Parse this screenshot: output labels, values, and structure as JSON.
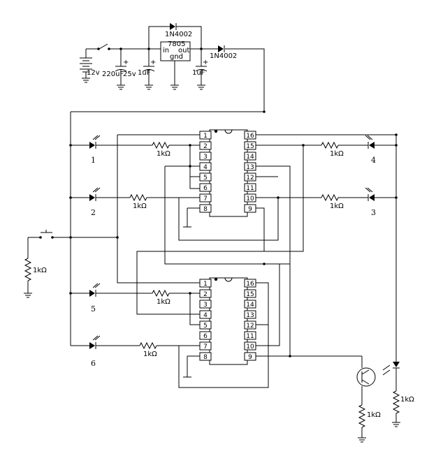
{
  "components": {
    "diode_top": "1N4002",
    "diode_out": "1N4002",
    "regulator": {
      "part": "7805",
      "in": "in",
      "out": "out",
      "gnd": "gnd"
    },
    "battery": "12v",
    "cap1": {
      "value": "220uF",
      "voltage": "25v"
    },
    "cap2": "1uF",
    "cap3": "1uF",
    "resistor": "1kΩ"
  },
  "led_labels": [
    "1",
    "2",
    "3",
    "4",
    "5",
    "6"
  ],
  "chip_pins": {
    "left": [
      "1",
      "2",
      "3",
      "4",
      "5",
      "6",
      "7",
      "8"
    ],
    "right": [
      "16",
      "15",
      "14",
      "13",
      "12",
      "11",
      "10",
      "9"
    ]
  }
}
